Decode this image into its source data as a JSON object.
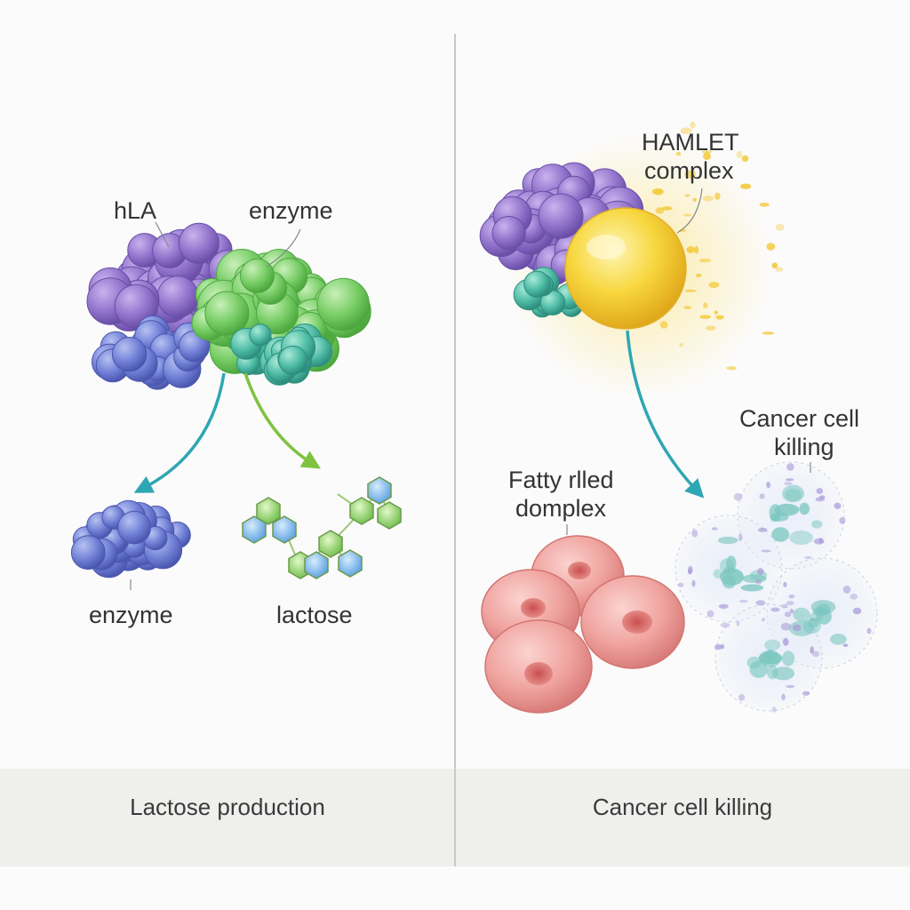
{
  "left_panel": {
    "labels": {
      "hla": "hLA",
      "enzyme_top": "enzyme",
      "enzyme_bottom": "enzyme",
      "lactose": "lactose"
    },
    "caption": "Lactose production"
  },
  "right_panel": {
    "labels": {
      "hamlet_line1": "HAMLET",
      "hamlet_line2": "complex",
      "fatty_line1": "Fatty rlled",
      "fatty_line2": "domplex",
      "killing_line1": "Cancer cell",
      "killing_line2": "killing"
    },
    "caption": "Cancer cell killing"
  },
  "colors": {
    "hla_purple": "#8e6cc4",
    "enzyme_blue": "#6a78cf",
    "enzyme_green": "#6cc65c",
    "teal": "#3fae9a",
    "hamlet_yellow": "#f6d13a",
    "cell_pink": "#ee9e9b",
    "arrow_teal": "#2fa6b3",
    "arrow_green": "#7fc241"
  }
}
